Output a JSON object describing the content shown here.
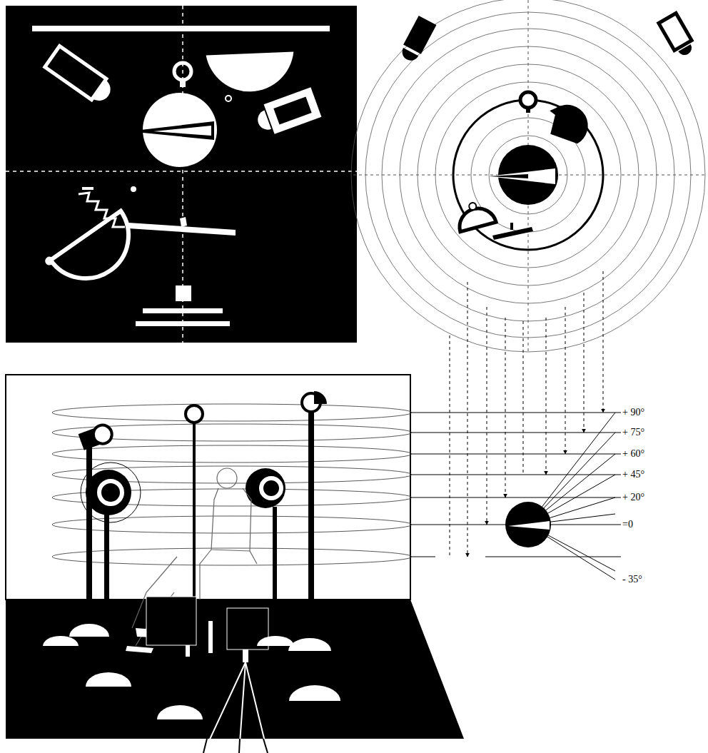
{
  "diagram": {
    "labels": [
      "+ 90°",
      "+ 75°",
      "+ 60°",
      "+ 45°",
      "+ 20°",
      "=0",
      "- 35°"
    ]
  }
}
